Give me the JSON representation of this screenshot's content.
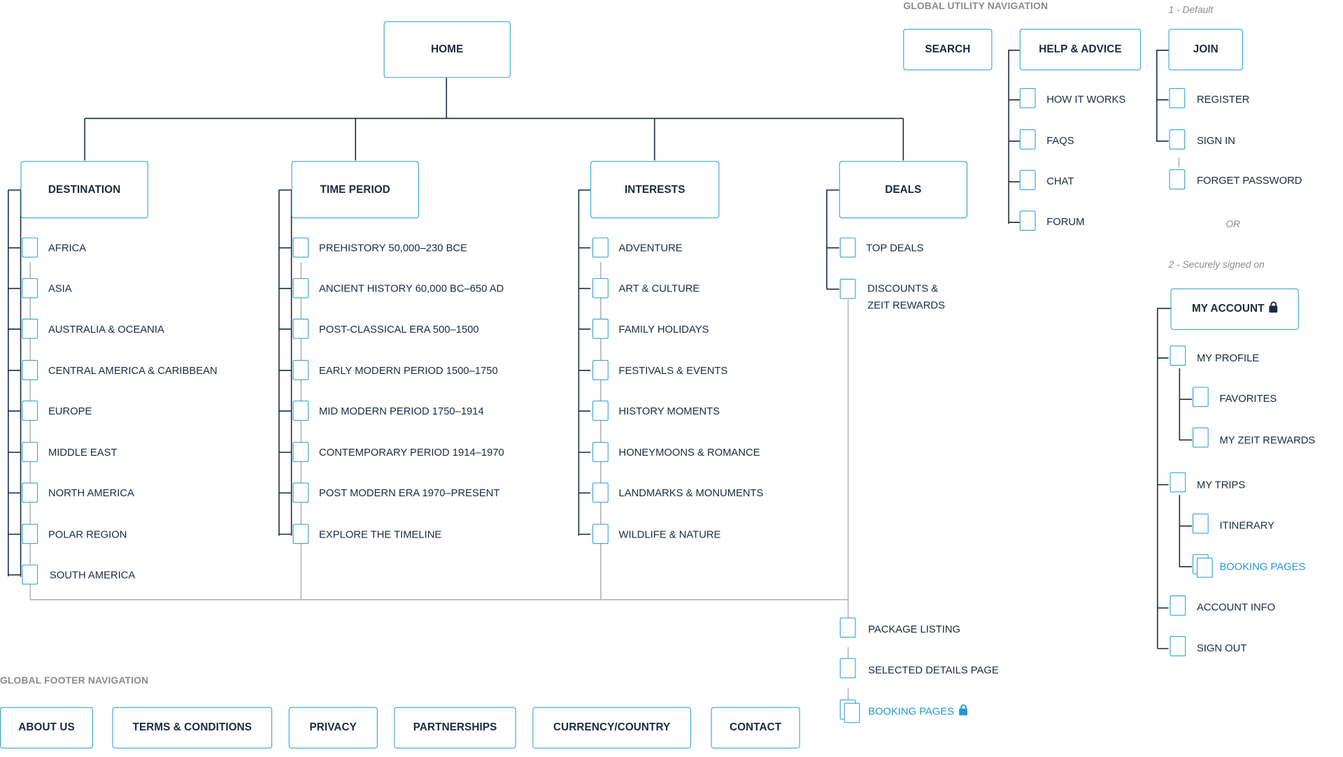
{
  "home": "HOME",
  "categories": {
    "destination": {
      "title": "DESTINATION",
      "items": [
        "AFRICA",
        "ASIA",
        "AUSTRALIA & OCEANIA",
        "CENTRAL AMERICA & CARIBBEAN",
        "EUROPE",
        "MIDDLE EAST",
        "NORTH AMERICA",
        "POLAR REGION",
        "SOUTH AMERICA"
      ]
    },
    "time_period": {
      "title": "TIME PERIOD",
      "items": [
        "PREHISTORY 50,000–230 BCE",
        "ANCIENT HISTORY 60,000 BC–650 AD",
        "POST-CLASSICAL ERA 500–1500",
        "EARLY MODERN PERIOD 1500–1750",
        "MID MODERN PERIOD 1750–1914",
        "CONTEMPORARY PERIOD 1914–1970",
        "POST MODERN ERA 1970–PRESENT",
        "EXPLORE THE TIMELINE"
      ]
    },
    "interests": {
      "title": "INTERESTS",
      "items": [
        "ADVENTURE",
        "ART & CULTURE",
        "FAMILY HOLIDAYS",
        "FESTIVALS & EVENTS",
        "HISTORY MOMENTS",
        "HONEYMOONS & ROMANCE",
        "LANDMARKS & MONUMENTS",
        "WILDLIFE & NATURE"
      ]
    },
    "deals": {
      "title": "DEALS",
      "items": [
        "TOP DEALS",
        "DISCOUNTS &",
        "ZEIT REWARDS"
      ]
    }
  },
  "listing_pages": [
    "PACKAGE LISTING",
    "SELECTED DETAILS PAGE",
    "BOOKING PAGES"
  ],
  "utility": {
    "heading": "GLOBAL UTILITY NAVIGATION",
    "search": "SEARCH",
    "help": {
      "title": "HELP & ADVICE",
      "items": [
        "HOW IT WORKS",
        "FAQS",
        "CHAT",
        "FORUM"
      ]
    }
  },
  "account": {
    "default_note": "1 - Default",
    "join": "JOIN",
    "join_items": [
      "REGISTER",
      "SIGN IN",
      "FORGET PASSWORD"
    ],
    "or": "OR",
    "signed_note": "2 - Securely signed on",
    "my_account": "MY ACCOUNT",
    "profile": "MY PROFILE",
    "profile_items": [
      "FAVORITES",
      "MY ZEIT REWARDS"
    ],
    "trips": "MY TRIPS",
    "trips_items": [
      "ITINERARY",
      "BOOKING PAGES"
    ],
    "account_info": "ACCOUNT INFO",
    "sign_out": "SIGN OUT"
  },
  "footer": {
    "heading": "GLOBAL FOOTER NAVIGATION",
    "items": [
      "ABOUT US",
      "TERMS & CONDITIONS",
      "PRIVACY",
      "PARTNERSHIPS",
      "CURRENCY/COUNTRY",
      "CONTACT"
    ]
  }
}
